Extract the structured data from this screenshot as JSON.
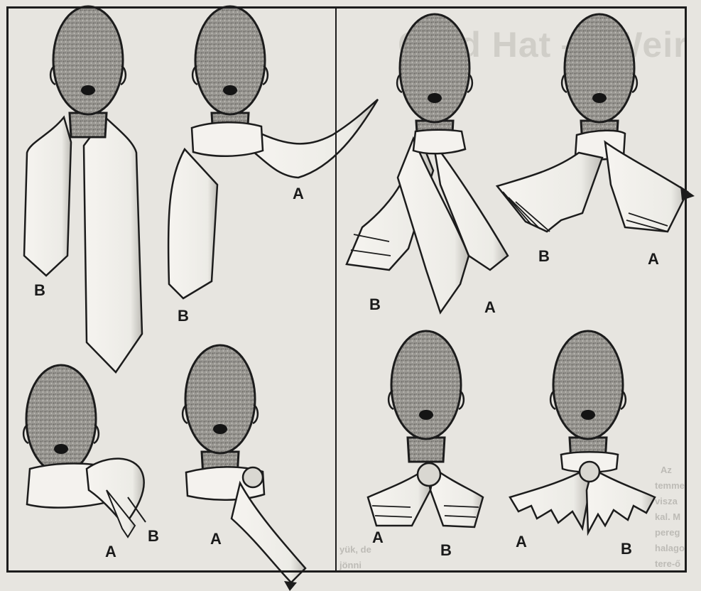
{
  "background_title": "Gold Hat — Weir",
  "background_text": [
    "Az",
    "temme",
    "visza",
    "kal. M",
    "pereg",
    "halago",
    "tere-ő",
    "yük, de",
    "jönni"
  ],
  "labels": {
    "p1_b": "B",
    "p2_a": "A",
    "p2_b": "B",
    "p3_b": "B",
    "p3_a": "A",
    "p4_b": "B",
    "p4_a": "A",
    "p5_a": "A",
    "p5_b": "B",
    "p6_a": "A",
    "p7_a": "A",
    "p7_b": "B",
    "p8_a": "A",
    "p8_b": "B"
  },
  "colors": {
    "ink": "#1c1c1c",
    "paper": "#e7e5e0",
    "head": "#8f8d88",
    "scarf": "#f4f2ee"
  }
}
